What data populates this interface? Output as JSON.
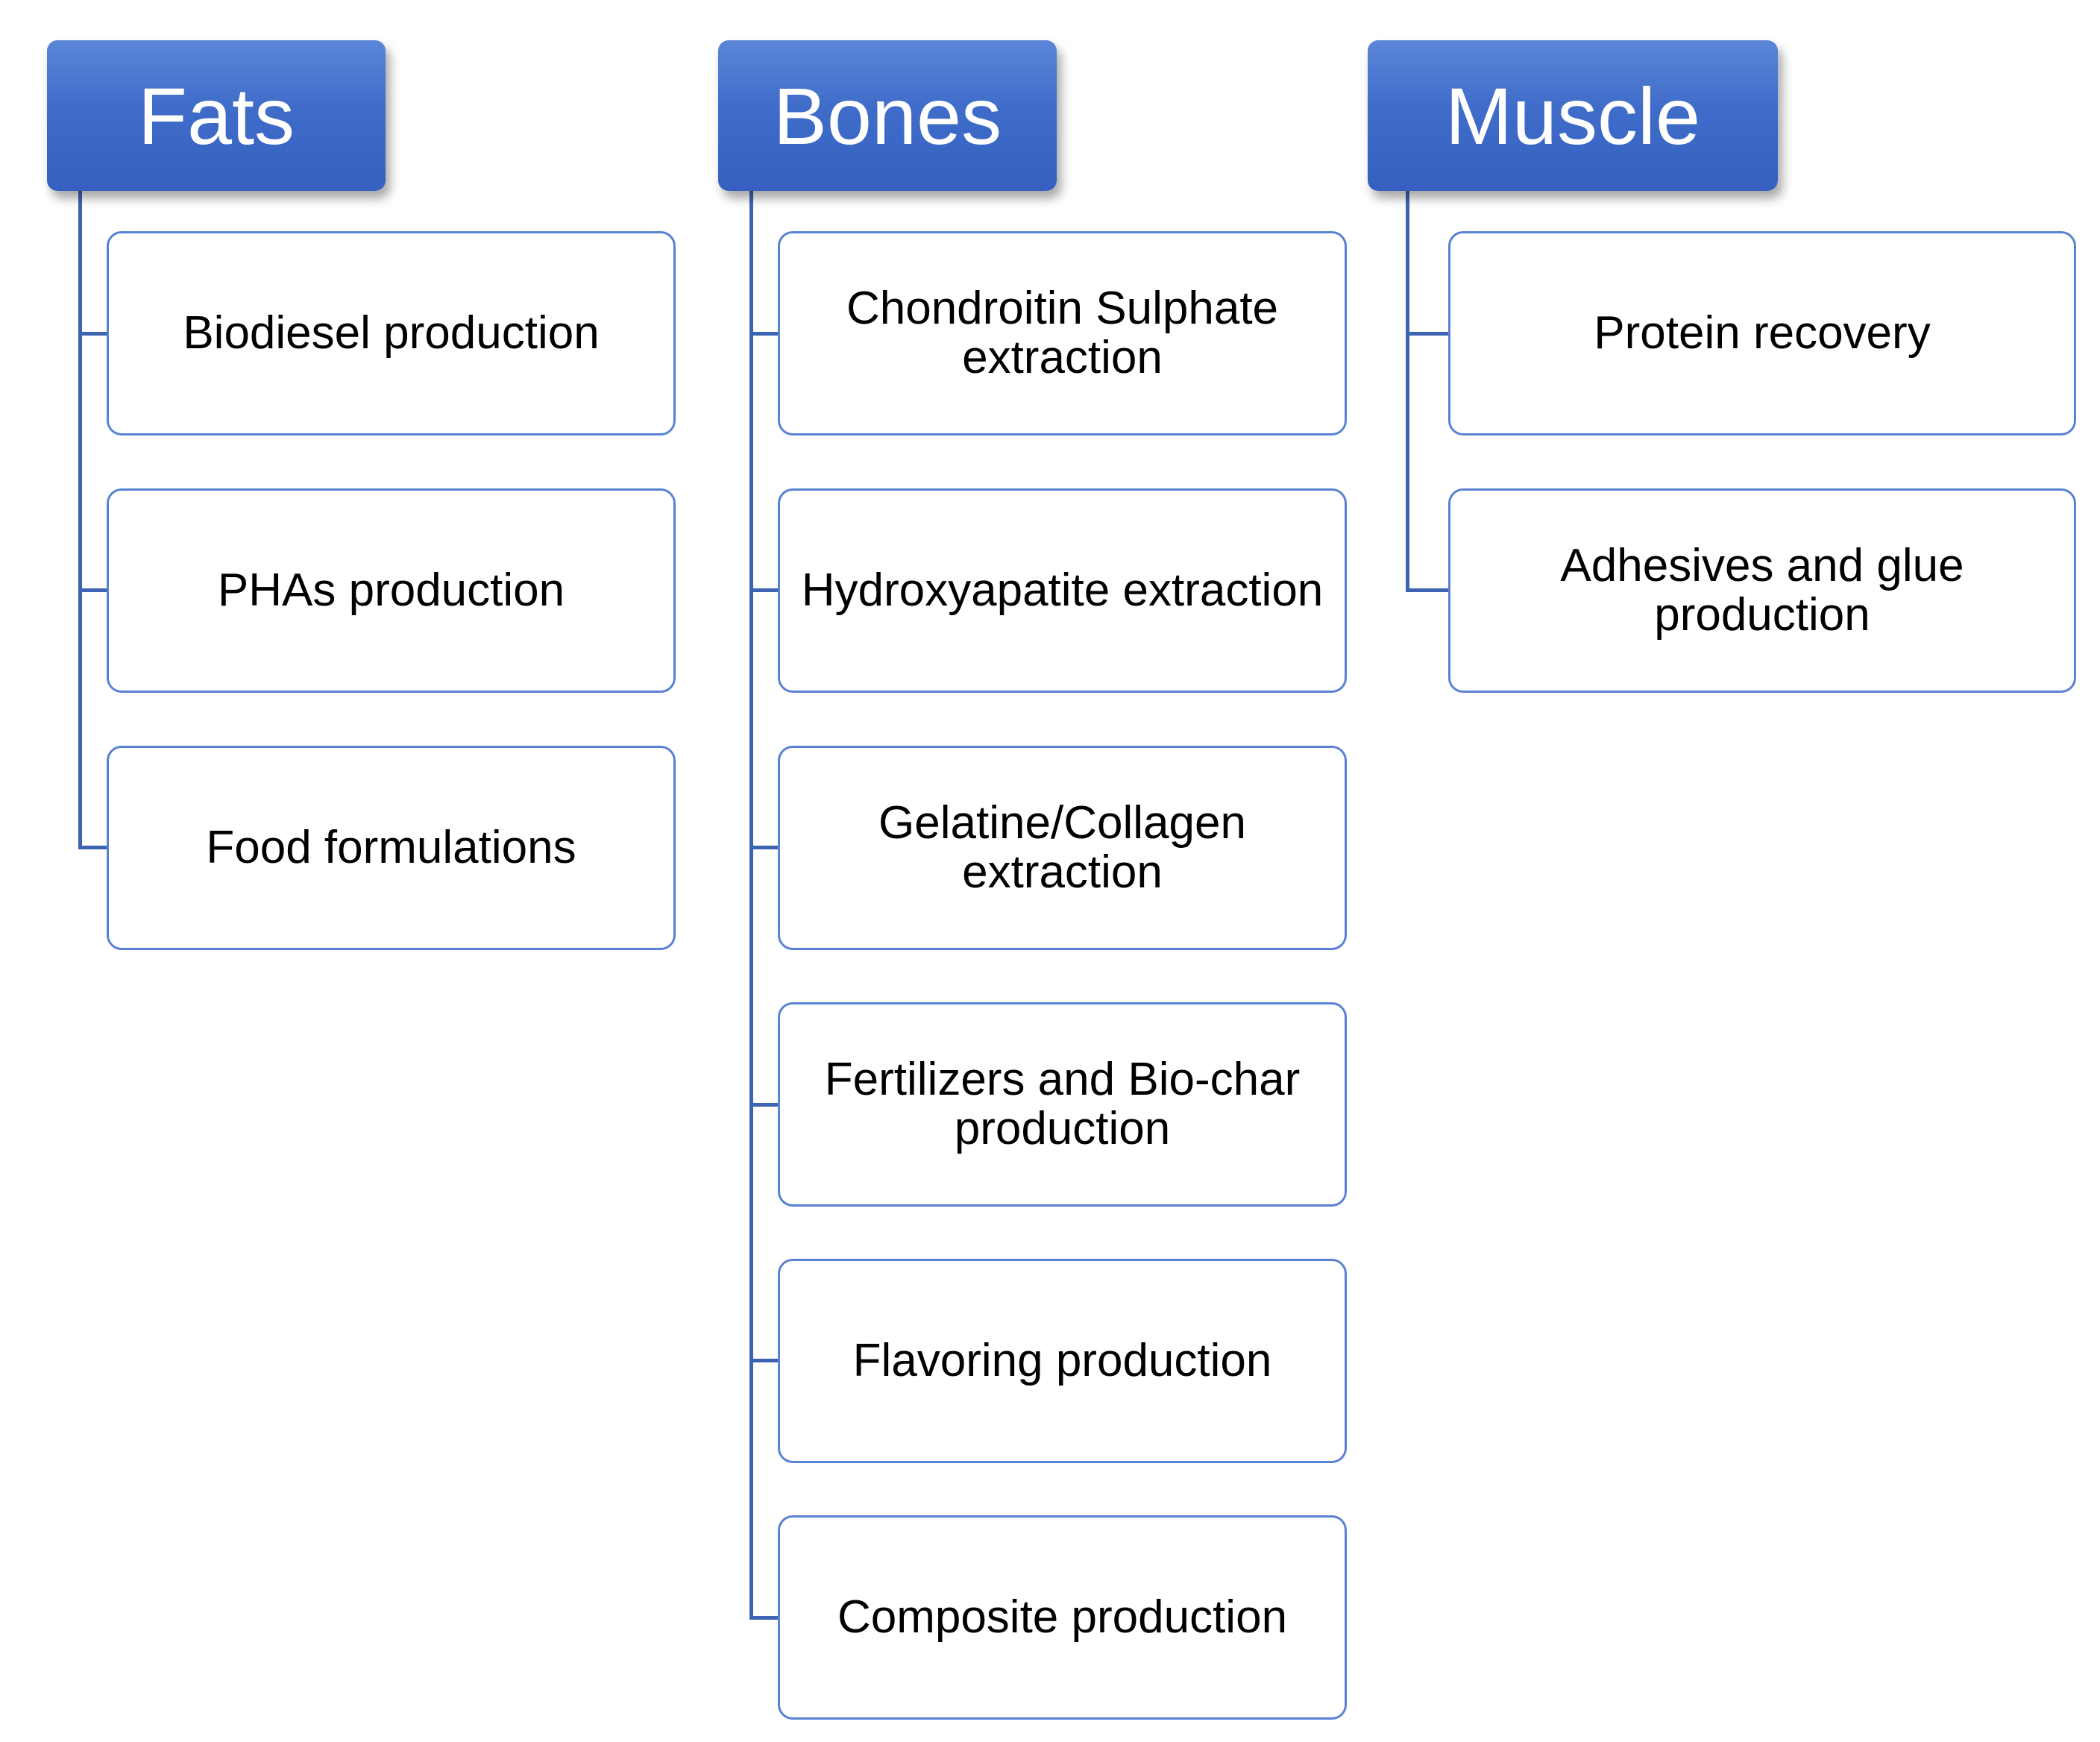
{
  "diagram": {
    "columns": [
      {
        "header": "Fats",
        "items": [
          "Biodiesel production",
          "PHAs production",
          "Food formulations"
        ]
      },
      {
        "header": "Bones",
        "items": [
          "Chondroitin Sulphate extraction",
          "Hydroxyapatite extraction",
          "Gelatine/Collagen extraction",
          "Fertilizers and Bio-char production",
          "Flavoring production",
          "Composite production"
        ]
      },
      {
        "header": "Muscle",
        "items": [
          "Protein recovery",
          "Adhesives and glue production"
        ]
      }
    ]
  },
  "colors": {
    "header_fill": "#4472C4",
    "connector": "#3D63B3",
    "box_border": "#5A82D3",
    "text": "#000000",
    "header_text": "#FFFFFF"
  }
}
